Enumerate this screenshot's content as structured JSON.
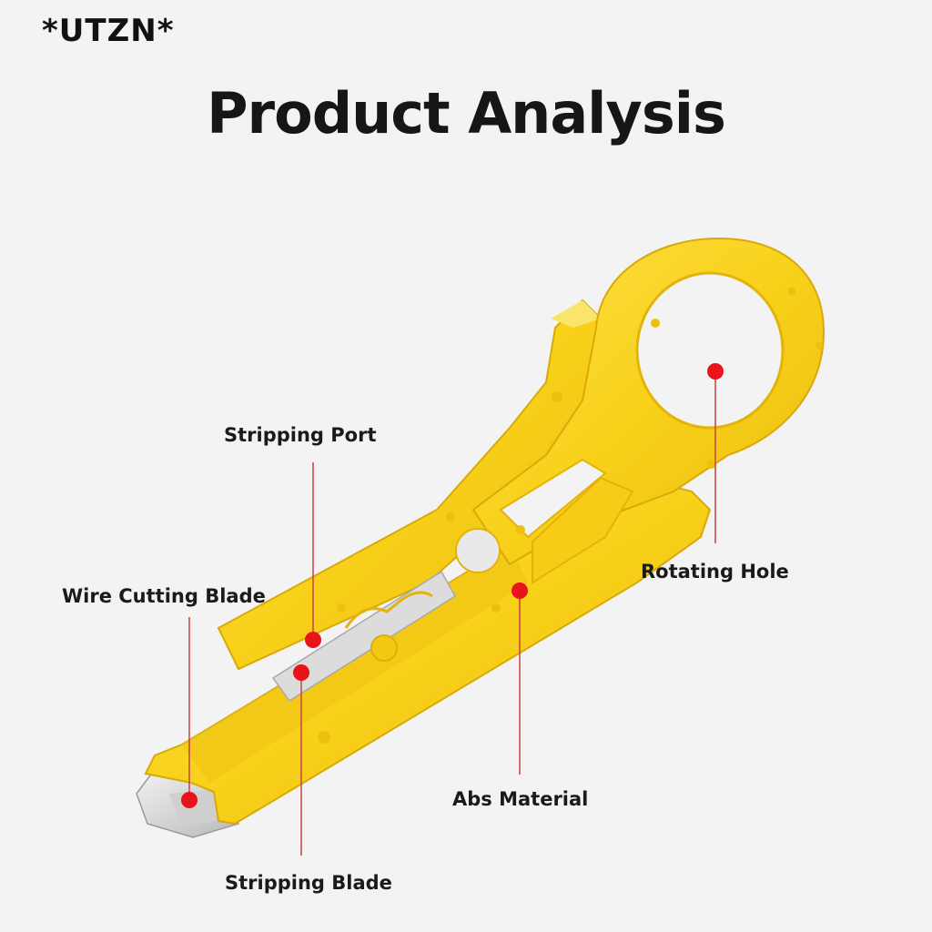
{
  "brand": "*UTZN*",
  "title": "Product Analysis",
  "callouts": {
    "stripping_port": "Stripping Port",
    "wire_cutting_blade": "Wire Cutting Blade",
    "rotating_hole": "Rotating Hole",
    "abs_material": "Abs Material",
    "stripping_blade": "Stripping Blade"
  },
  "colors": {
    "tool_body": "#f8d11a",
    "tool_shadow": "#e3b30b",
    "blade": "#d9d9d9",
    "marker": "#e8141a",
    "leader_line": "#c84a4a"
  }
}
